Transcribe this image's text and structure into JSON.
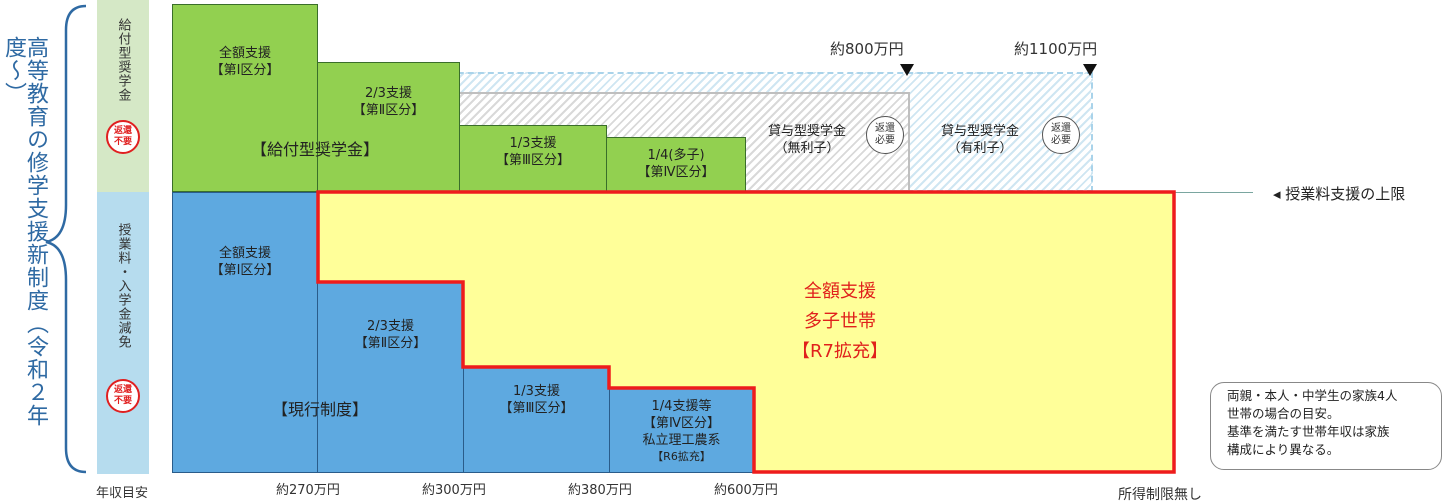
{
  "side_title": "高等教育の修学支援新制度（令和２年度〜）",
  "rows": {
    "top_label": "給付型奨学金",
    "bottom_label": "授業料・入学金減免",
    "top_stamp": [
      "返還",
      "不要"
    ],
    "bottom_stamp": [
      "返還",
      "不要"
    ]
  },
  "scholarship": {
    "tier1": [
      "全額支援",
      "【第Ⅰ区分】"
    ],
    "tier2": [
      "2/3支援",
      "【第Ⅱ区分】"
    ],
    "tier3": [
      "1/3支援",
      "【第Ⅲ区分】"
    ],
    "tier4": [
      "1/4(多子)",
      "【第Ⅳ区分】"
    ],
    "group_label": "【給付型奨学金】"
  },
  "loans": {
    "interest_free": [
      "貸与型奨学金",
      "（無利子）"
    ],
    "interest": [
      "貸与型奨学金",
      "（有利子）"
    ],
    "stamp": [
      "返還",
      "必要"
    ],
    "marker1": "約800万円",
    "marker2": "約1100万円"
  },
  "tuition": {
    "tier1": [
      "全額支援",
      "【第Ⅰ区分】"
    ],
    "tier2": [
      "2/3支援",
      "【第Ⅱ区分】"
    ],
    "tier3": [
      "1/3支援",
      "【第Ⅲ区分】"
    ],
    "tier4": [
      "1/4支援等",
      "【第Ⅳ区分】",
      "私立理工農系",
      "【R6拡充】"
    ],
    "group_label": "【現行制度】"
  },
  "expansion": {
    "line1": "全額支援",
    "line2": "多子世帯",
    "line3": "【R7拡充】"
  },
  "upper_limit_label": "◂ 授業料支援の上限",
  "note": [
    "両親・本人・中学生の家族4人",
    "世帯の場合の目安。",
    "基準を満たす世帯年収は家族",
    "構成により異なる。"
  ],
  "axis": {
    "label": "年収目安",
    "ticks": [
      "約270万円",
      "約300万円",
      "約380万円",
      "約600万円"
    ],
    "end": "所得制限無し"
  }
}
